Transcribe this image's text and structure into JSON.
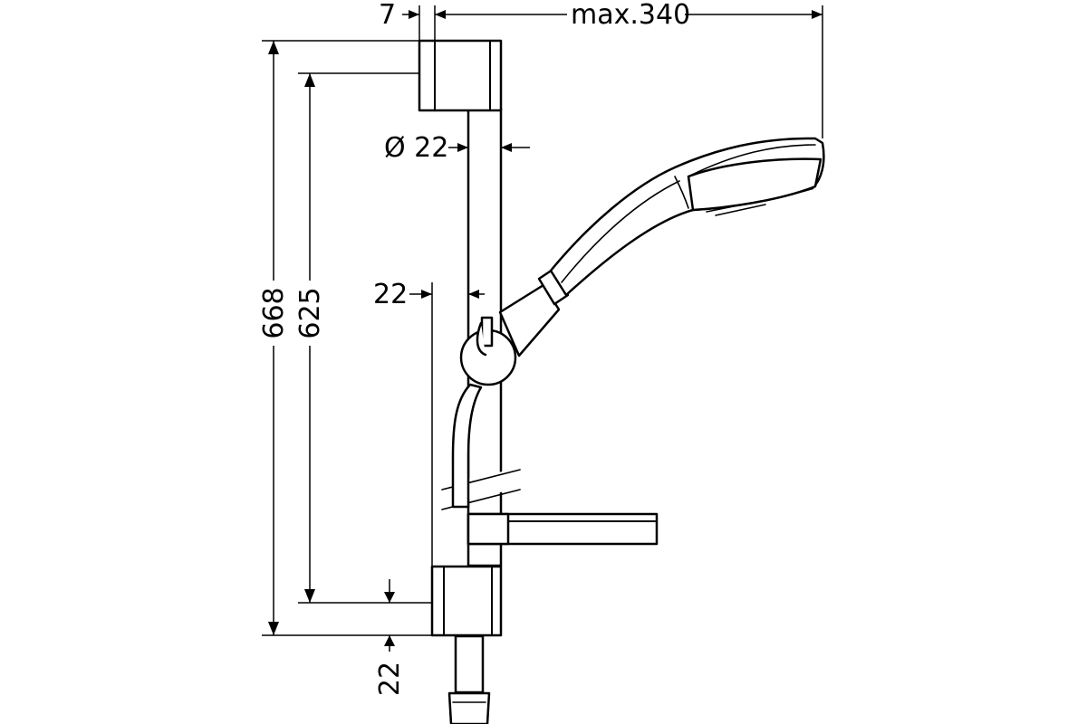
{
  "diagram": {
    "dimensions": {
      "offset_top": "7",
      "max_reach": "max.340",
      "bar_diameter": "Ø 22",
      "clearance": "22",
      "total_height": "668",
      "bracket_spacing": "625",
      "bottom_offset": "22"
    }
  }
}
